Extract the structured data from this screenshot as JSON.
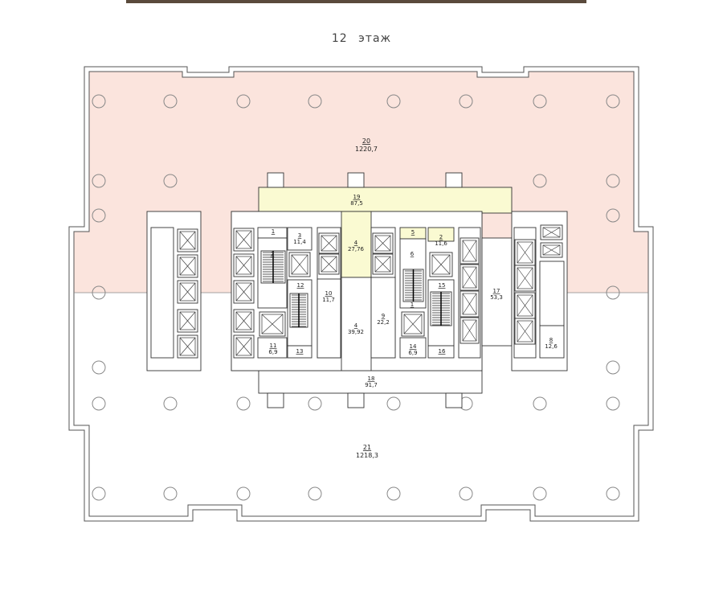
{
  "floor_title": "12 этаж",
  "colors": {
    "office_north": "#fbe4dd",
    "core_common": "#fafad2",
    "wall": "#333333"
  },
  "rooms": [
    {
      "num": "20",
      "area": "1220,7"
    },
    {
      "num": "19",
      "area": "87,5"
    },
    {
      "num": "1",
      "area": ""
    },
    {
      "num": "2",
      "area": ""
    },
    {
      "num": "3",
      "area": "11,4"
    },
    {
      "num": "4",
      "area": "27,76"
    },
    {
      "num": "5",
      "area": ""
    },
    {
      "num": "2",
      "area": "11,6"
    },
    {
      "num": "6",
      "area": ""
    },
    {
      "num": "12",
      "area": ""
    },
    {
      "num": "10",
      "area": "11,7"
    },
    {
      "num": "4",
      "area": "39,92"
    },
    {
      "num": "9",
      "area": "22,2"
    },
    {
      "num": "1",
      "area": ""
    },
    {
      "num": "15",
      "area": ""
    },
    {
      "num": "17",
      "area": "53,3"
    },
    {
      "num": "11",
      "area": "6,9"
    },
    {
      "num": "13",
      "area": ""
    },
    {
      "num": "14",
      "area": "6,9"
    },
    {
      "num": "16",
      "area": ""
    },
    {
      "num": "8",
      "area": "12,6"
    },
    {
      "num": "18",
      "area": "91,7"
    },
    {
      "num": "21",
      "area": "1218,3"
    }
  ]
}
